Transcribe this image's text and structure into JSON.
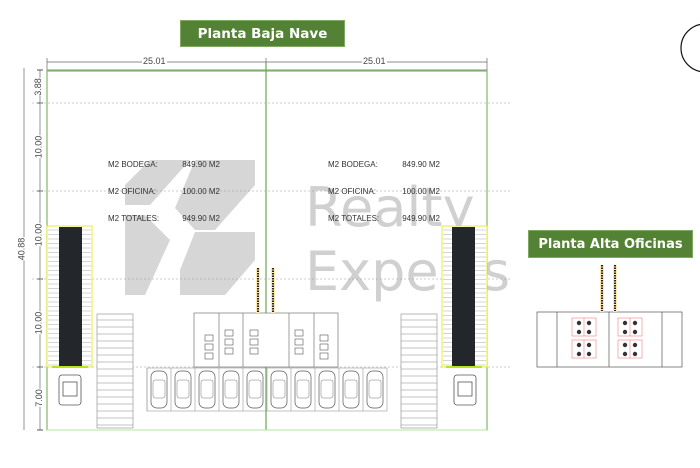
{
  "titles": {
    "ground_floor": "Planta Baja Nave",
    "upper_floor": "Planta Alta Oficinas"
  },
  "dimensions": {
    "top_left_width": "25.01",
    "top_right_width": "25.01",
    "total_depth": "40.88",
    "segments": [
      "3.88",
      "10.00",
      "10.00",
      "10.00",
      "7.00"
    ]
  },
  "units": [
    {
      "rows": [
        {
          "label": "M2 BODEGA:",
          "value": "849.90 M2"
        },
        {
          "label": "M2 OFICINA:",
          "value": "100.00 M2"
        },
        {
          "label": "M2 TOTALES:",
          "value": "949.90 M2"
        }
      ]
    },
    {
      "rows": [
        {
          "label": "M2 BODEGA:",
          "value": "849.90 M2"
        },
        {
          "label": "M2 OFICINA:",
          "value": "100.00 M2"
        },
        {
          "label": "M2 TOTALES:",
          "value": "949.90 M2"
        }
      ]
    }
  ],
  "watermark": {
    "line1": "Realty",
    "line2": "Experts"
  },
  "colors": {
    "title_bg": "#548235",
    "wall_green": "#6aa84f",
    "dark_rack": "#23272b"
  },
  "parking_spaces": 10
}
